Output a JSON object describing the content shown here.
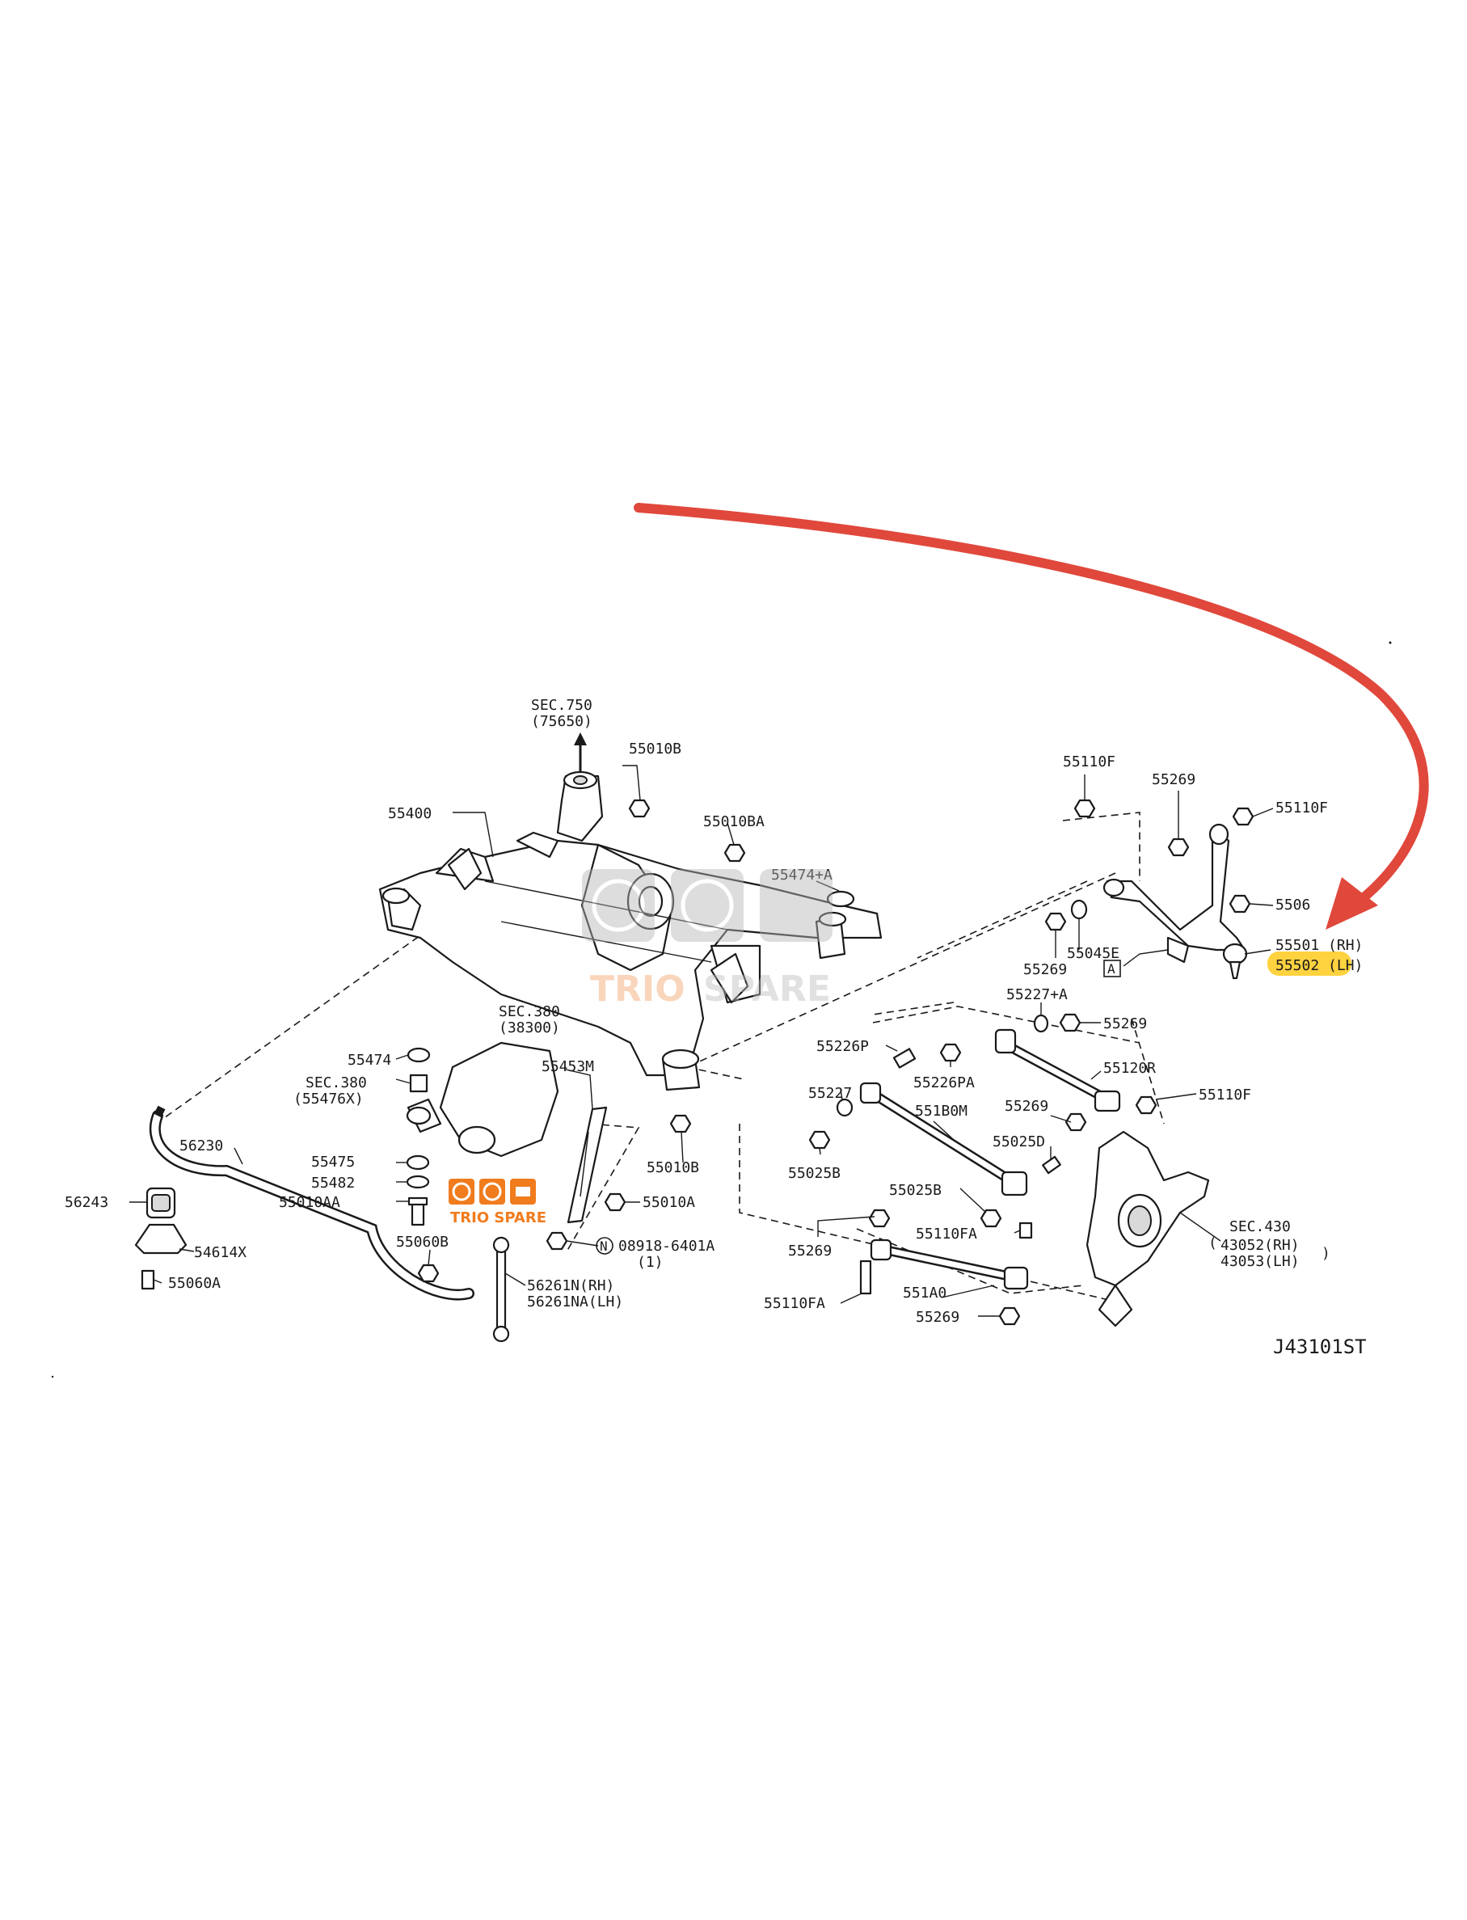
{
  "diagram": {
    "code": "J43101ST",
    "labels": {
      "sec750": "SEC.750",
      "sec750_sub": "(75650)",
      "p55010B_top": "55010B",
      "p55010BA": "55010BA",
      "p55400": "55400",
      "p55474A": "55474+A",
      "sec380a": "SEC.380",
      "sec380a_sub": "(38300)",
      "p55474": "55474",
      "sec380b": "SEC.380",
      "sec380b_sub": "(55476X)",
      "p55453M": "55453M",
      "p56230": "56230",
      "p55475": "55475",
      "p55482": "55482",
      "p55010AA": "55010AA",
      "p56243": "56243",
      "p54614X": "54614X",
      "p55060A": "55060A",
      "p55060B": "55060B",
      "p55010B_mid": "55010B",
      "p55010A": "55010A",
      "p08918": "08918-6401A",
      "p08918_qty": "(1)",
      "p56261N": "56261N(RH)",
      "p56261NA": "56261NA(LH)",
      "p55110F_a": "55110F",
      "p55269_a": "55269",
      "p55110F_b": "55110F",
      "p5506": "5506",
      "p55501": "55501 (RH)",
      "p55502": "55502 (LH)",
      "p55269_b": "55269",
      "p55045E": "55045E",
      "refA": "A",
      "p55227A": "55227+A",
      "p55269_c": "55269",
      "p55226P": "55226P",
      "p55226PA": "55226PA",
      "p55120R": "55120R",
      "p55110F_c": "55110F",
      "p55227": "55227",
      "p551B0M": "551B0M",
      "p55269_d": "55269",
      "p55025D": "55025D",
      "p55025B_a": "55025B",
      "p55025B_b": "55025B",
      "p55110FA_a": "55110FA",
      "p55269_e": "55269",
      "sec430": "SEC.430",
      "p43052": "43052(RH)",
      "p43053": "43053(LH)",
      "p551A0": "551A0",
      "p55110FA_b": "55110FA",
      "p55269_f": "55269"
    },
    "watermark": {
      "brand_top": "TRIO",
      "brand_bottom": "SPARE",
      "brand_full": "TRIO SPARE"
    },
    "colors": {
      "arrow": "#e0483c",
      "highlight": "#ffd23f",
      "ink": "#1a1a1a",
      "brand_orange": "#f07c1e"
    }
  }
}
